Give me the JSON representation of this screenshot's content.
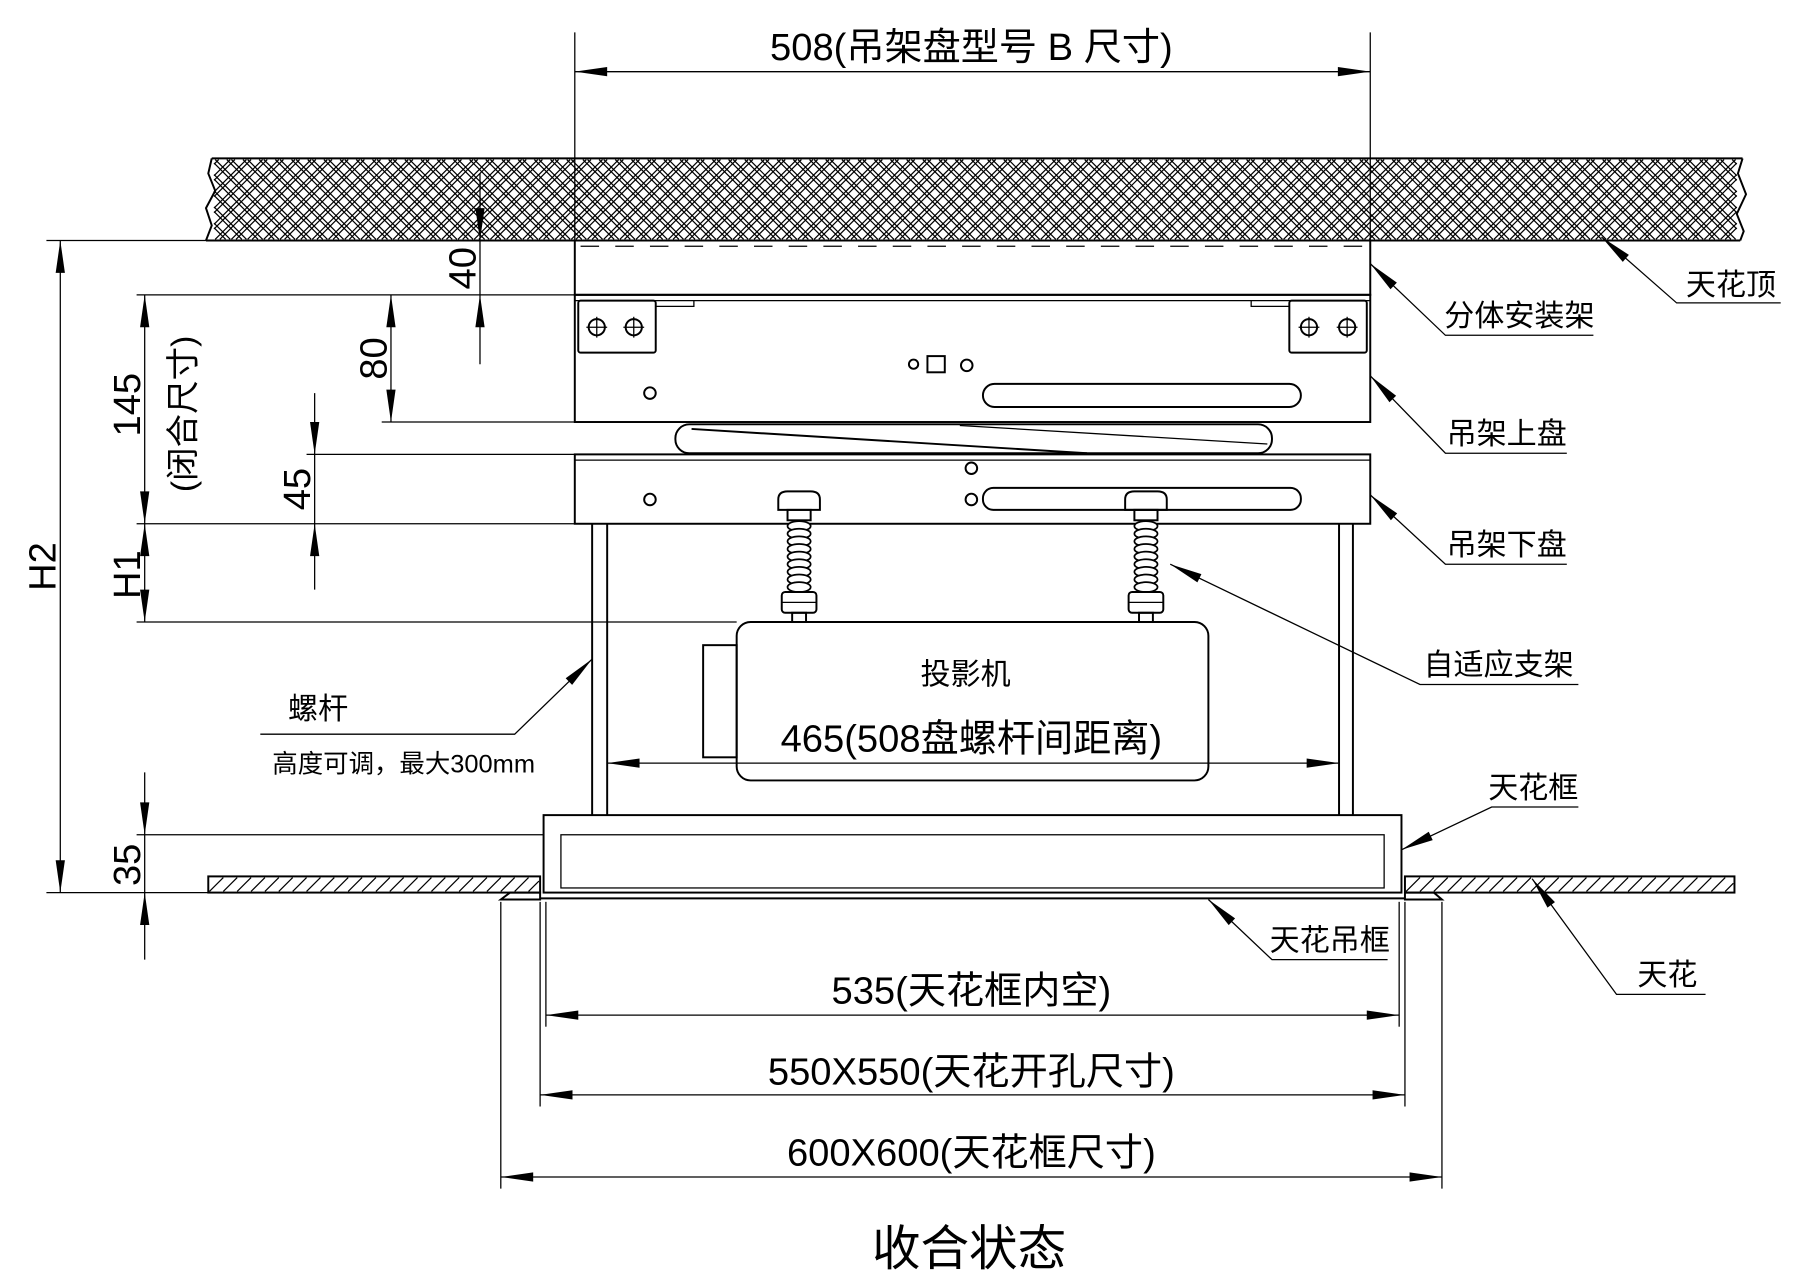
{
  "dimensions": {
    "top_plate": "508(吊架盘型号 B 尺寸)",
    "rod_spacing": "465(508盘螺杆间距离)",
    "frame_inner": "535(天花框内空)",
    "ceiling_opening": "550X550(天花开孔尺寸)",
    "frame_size": "600X600(天花框尺寸)",
    "h2": "H2",
    "closed_height": "145",
    "closed_height_note": "(闭合尺寸)",
    "h1": "H1",
    "d40": "40",
    "d80": "80",
    "d45": "45",
    "d35": "35"
  },
  "labels": {
    "ceiling_top": "天花顶",
    "split_mount": "分体安装架",
    "upper_plate": "吊架上盘",
    "lower_plate": "吊架下盘",
    "adaptive_bracket": "自适应支架",
    "ceiling_frame": "天花框",
    "ceiling_hanging_frame": "天花吊框",
    "ceiling": "天花",
    "screw_rod": "螺杆",
    "screw_rod_note": "高度可调，最大300mm",
    "projector": "投影机"
  },
  "caption": "收合状态",
  "colors": {
    "ink": "#000000",
    "paper": "#ffffff"
  }
}
